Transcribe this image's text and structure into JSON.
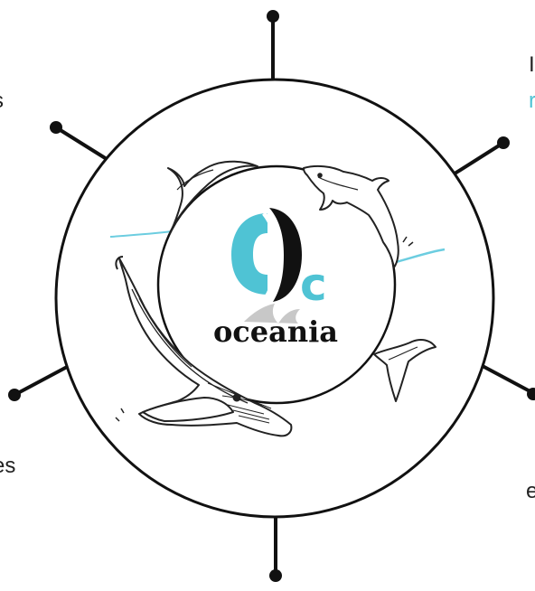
{
  "logo": {
    "wordmark": "oceania",
    "monogram_small": "c"
  },
  "edge_text": {
    "top_left": "s",
    "top_right_line1": "I",
    "top_right_line2": "r",
    "bottom_left": "es",
    "bottom_right": "e"
  },
  "colors": {
    "accent": "#4fc3d4",
    "ink": "#111111",
    "water": "#6ccde0",
    "wave_gray": "#c8c8c8"
  },
  "icons": {
    "whale": "humpback-whale-illustration",
    "dolphin": "dolphin-illustration",
    "tail": "whale-tail-illustration"
  }
}
